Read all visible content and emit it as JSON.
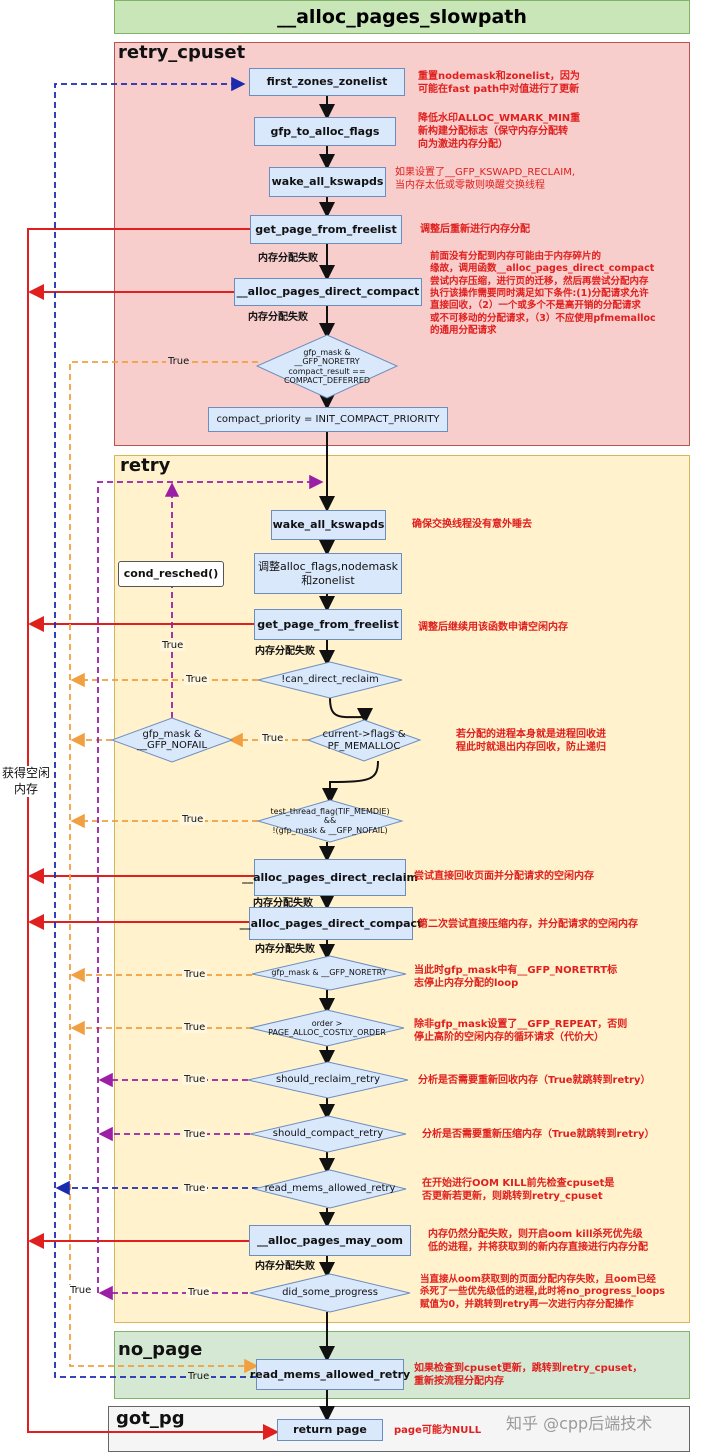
{
  "title": "__alloc_pages_slowpath",
  "sections": {
    "retry_cpuset": "retry_cpuset",
    "retry": "retry",
    "no_page": "no_page",
    "got_pg": "got_pg"
  },
  "nodes": {
    "first_zones_zonelist": "first_zones_zonelist",
    "gfp_to_alloc_flags": "gfp_to_alloc_flags",
    "wake_all_kswapds_1": "wake_all_kswapds",
    "get_page_from_freelist_1": "get_page_from_freelist",
    "direct_compact_1": "__alloc_pages_direct_compact",
    "cond_noretry": "gfp_mask & __GFP_NORETRY\ncompact_result ==\nCOMPACT_DEFERRED",
    "compact_priority": "compact_priority = INIT_COMPACT_PRIORITY",
    "wake_all_kswapds_2": "wake_all_kswapds",
    "adjust": "调整alloc_flags,nodemask和zonelist",
    "cond_resched": "cond_resched()",
    "get_page_from_freelist_2": "get_page_from_freelist",
    "can_direct_reclaim": "!can_direct_reclaim",
    "gfp_nofail": "gfp_mask &\n__GFP_NOFAIL",
    "pf_memalloc": "current->flags &\nPF_MEMALLOC",
    "memdie": "test_thread_flag(TIF_MEMDIE)\n&&\n!(gfp_mask & __GFP_NOFAIL)",
    "direct_reclaim": "__alloc_pages_direct_reclaim",
    "direct_compact_2": "__alloc_pages_direct_compact",
    "cond_noretry2": "gfp_mask & __GFP_NORETRY",
    "costly_order": "order >\nPAGE_ALLOC_COSTLY_ORDER",
    "should_reclaim_retry": "should_reclaim_retry",
    "should_compact_retry": "should_compact_retry",
    "read_mems_allowed_retry_1": "read_mems_allowed_retry",
    "may_oom": "__alloc_pages_may_oom",
    "did_some_progress": "did_some_progress",
    "read_mems_allowed_retry_2": "read_mems_allowed_retry",
    "return_page": "return page"
  },
  "labels": {
    "fail": "内存分配失败",
    "true": "True",
    "side": "获得空闲\n内存"
  },
  "notes": {
    "n1": "重置nodemask和zonelist，因为\n可能在fast path中对值进行了更新",
    "n2": "降低水印ALLOC_WMARK_MIN重\n新构建分配标志（保守内存分配转\n向为激进内存分配）",
    "n3": "如果设置了__GFP_KSWAPD_RECLAIM,\n当内存太低或零散则唤醒交换线程",
    "n4": "调整后重新进行内存分配",
    "n5": "前面没有分配到内存可能由于内存碎片的\n缘故，调用函数__alloc_pages_direct_compact\n尝试内存压缩，进行页的迁移，然后再尝试分配内存\n执行该操作需要同时满足如下条件:(1)分配请求允许\n直接回收，（2）一个或多个不是高开销的分配请求\n或不可移动的分配请求，（3）不应使用pfmemalloc\n的通用分配请求",
    "n6": "确保交换线程没有意外睡去",
    "n7": "调整后继续用该函数申请空闲内存",
    "n8": "若分配的进程本身就是进程回收进\n程此时就退出内存回收，防止递归",
    "n9": "尝试直接回收页面并分配请求的空闲内存",
    "n10": "第二次尝试直接压缩内存，并分配请求的空闲内存",
    "n11": "当此时gfp_mask中有__GFP_NORETRT标\n志停止内存分配的loop",
    "n12": "除非gfp_mask设置了__GFP_REPEAT，否则\n停止高阶的空闲内存的循环请求（代价大）",
    "n13": "分析是否需要重新回收内存（True就跳转到retry）",
    "n14": "分析是否需要重新压缩内存（True就跳转到retry）",
    "n15": "在开始进行OOM KILL前先检查cpuset是\n否更新若更新，则跳转到retry_cpuset",
    "n16": "内存仍然分配失败，则开启oom kill杀死优先级\n低的进程，并将获取到的新内存直接进行内存分配",
    "n17": "当直接从oom获取到的页面分配内存失败，且oom已经\n杀死了一些优先级低的进程,此时将no_progress_loops\n赋值为0，并跳转到retry再一次进行内存分配操作",
    "n18": "如果检查到cpuset更新，跳转到retry_cpuset，\n重新按流程分配内存",
    "n19": "page可能为NULL"
  },
  "watermark": "知乎 @cpp后端技术",
  "colors": {
    "red": "#e0201e",
    "orange": "#f0a040",
    "purple": "#9b1fa6",
    "blue": "#1b2bb0",
    "node_fill": "#dae8fc",
    "node_border": "#6c8ebf"
  }
}
